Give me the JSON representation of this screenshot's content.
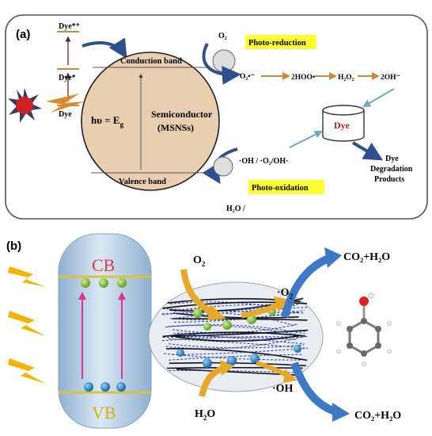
{
  "panel_a": {
    "label": "(a)",
    "dye_excited_star": "Dye*⁺",
    "dye_excited": "Dye*",
    "dye_ground": "Dye",
    "conduction_band": "Conduction band",
    "valence_band": "Valence band",
    "photon_energy": "hυ = E",
    "photon_energy_sub": "g",
    "semiconductor": "Semiconductor",
    "semiconductor_name": "(MSNSs)",
    "o2": "O₂",
    "photo_reduction": "Photo-reduction",
    "superoxide": "O₂•⁻",
    "hoo": "2HOO•",
    "h2o2": "H₂O₂",
    "oh_minus": "2OH⁻",
    "dye_box": "Dye",
    "hydroxyl": "·OH / ·O₂/OH·",
    "photo_oxidation": "Photo-oxidation",
    "h2o": "H₂O /",
    "products": [
      "Dye",
      "Degradation",
      "Products"
    ],
    "colors": {
      "circle": "#e8cfb0",
      "highlight": "#ffff33",
      "arrow": "#2f4f8f",
      "orange_arrow": "#c98a3a",
      "teal_arrow": "#6fa8b8",
      "sun": "#cc2222"
    }
  },
  "panel_b": {
    "label": "(b)",
    "cb": "CB",
    "vb": "VB",
    "o2": "O",
    "o2_sub": "2",
    "o2_radical": "·O",
    "o2_radical_sub": "2",
    "oh_radical": "·OH",
    "h2o": "H",
    "h2o_sub": "2",
    "h2o_tail": "O",
    "co2_top": "CO₂+H₂O",
    "co2_bottom": "CO₂+H₂O",
    "colors": {
      "capsule": "#b7cfe6",
      "band": "#d8c23a",
      "electron": "#7cbc3a",
      "hole": "#1f7fc4",
      "arrow_pink": "#e0338f",
      "bolt": "#f2b400",
      "blue_arrow": "#3d79c6",
      "yellow_arrow": "#e6a82a"
    }
  }
}
